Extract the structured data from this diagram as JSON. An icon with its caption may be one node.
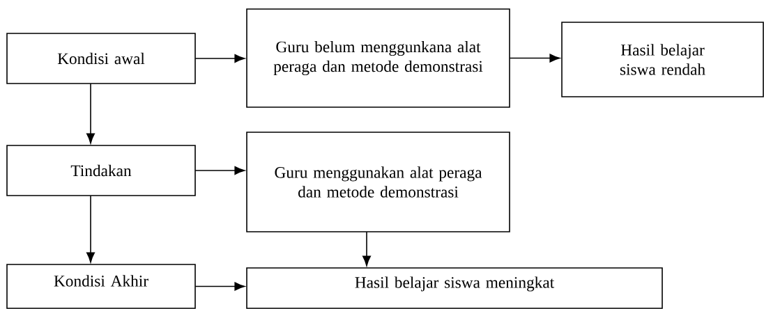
{
  "diagram": {
    "nodes": [
      {
        "text": [
          "Kondisi awal"
        ]
      },
      {
        "text": [
          "Guru belum menggunkana alat peraga dan metode demonstrasi"
        ]
      },
      {
        "text": [
          "Hasil belajar siswa rendah"
        ]
      },
      {
        "text": [
          "Tindakan"
        ]
      },
      {
        "text": [
          "Guru menggunakan alat peraga dan metode demonstrasi"
        ]
      },
      {
        "text": [
          "Kondisi Akhir"
        ]
      },
      {
        "text": [
          "Hasil belajar siswa meningkat"
        ]
      }
    ],
    "edges": [
      {
        "from": 0,
        "to": 1,
        "arrow": "to"
      },
      {
        "from": 1,
        "to": 2,
        "arrow": "to"
      },
      {
        "from": 0,
        "to": 3,
        "arrow": "to"
      },
      {
        "from": 3,
        "to": 4,
        "arrow": "to"
      },
      {
        "from": 3,
        "to": 5,
        "arrow": "to"
      },
      {
        "from": 4,
        "to": 6,
        "arrow": "to"
      },
      {
        "from": 5,
        "to": 6,
        "arrow": "to"
      }
    ]
  }
}
